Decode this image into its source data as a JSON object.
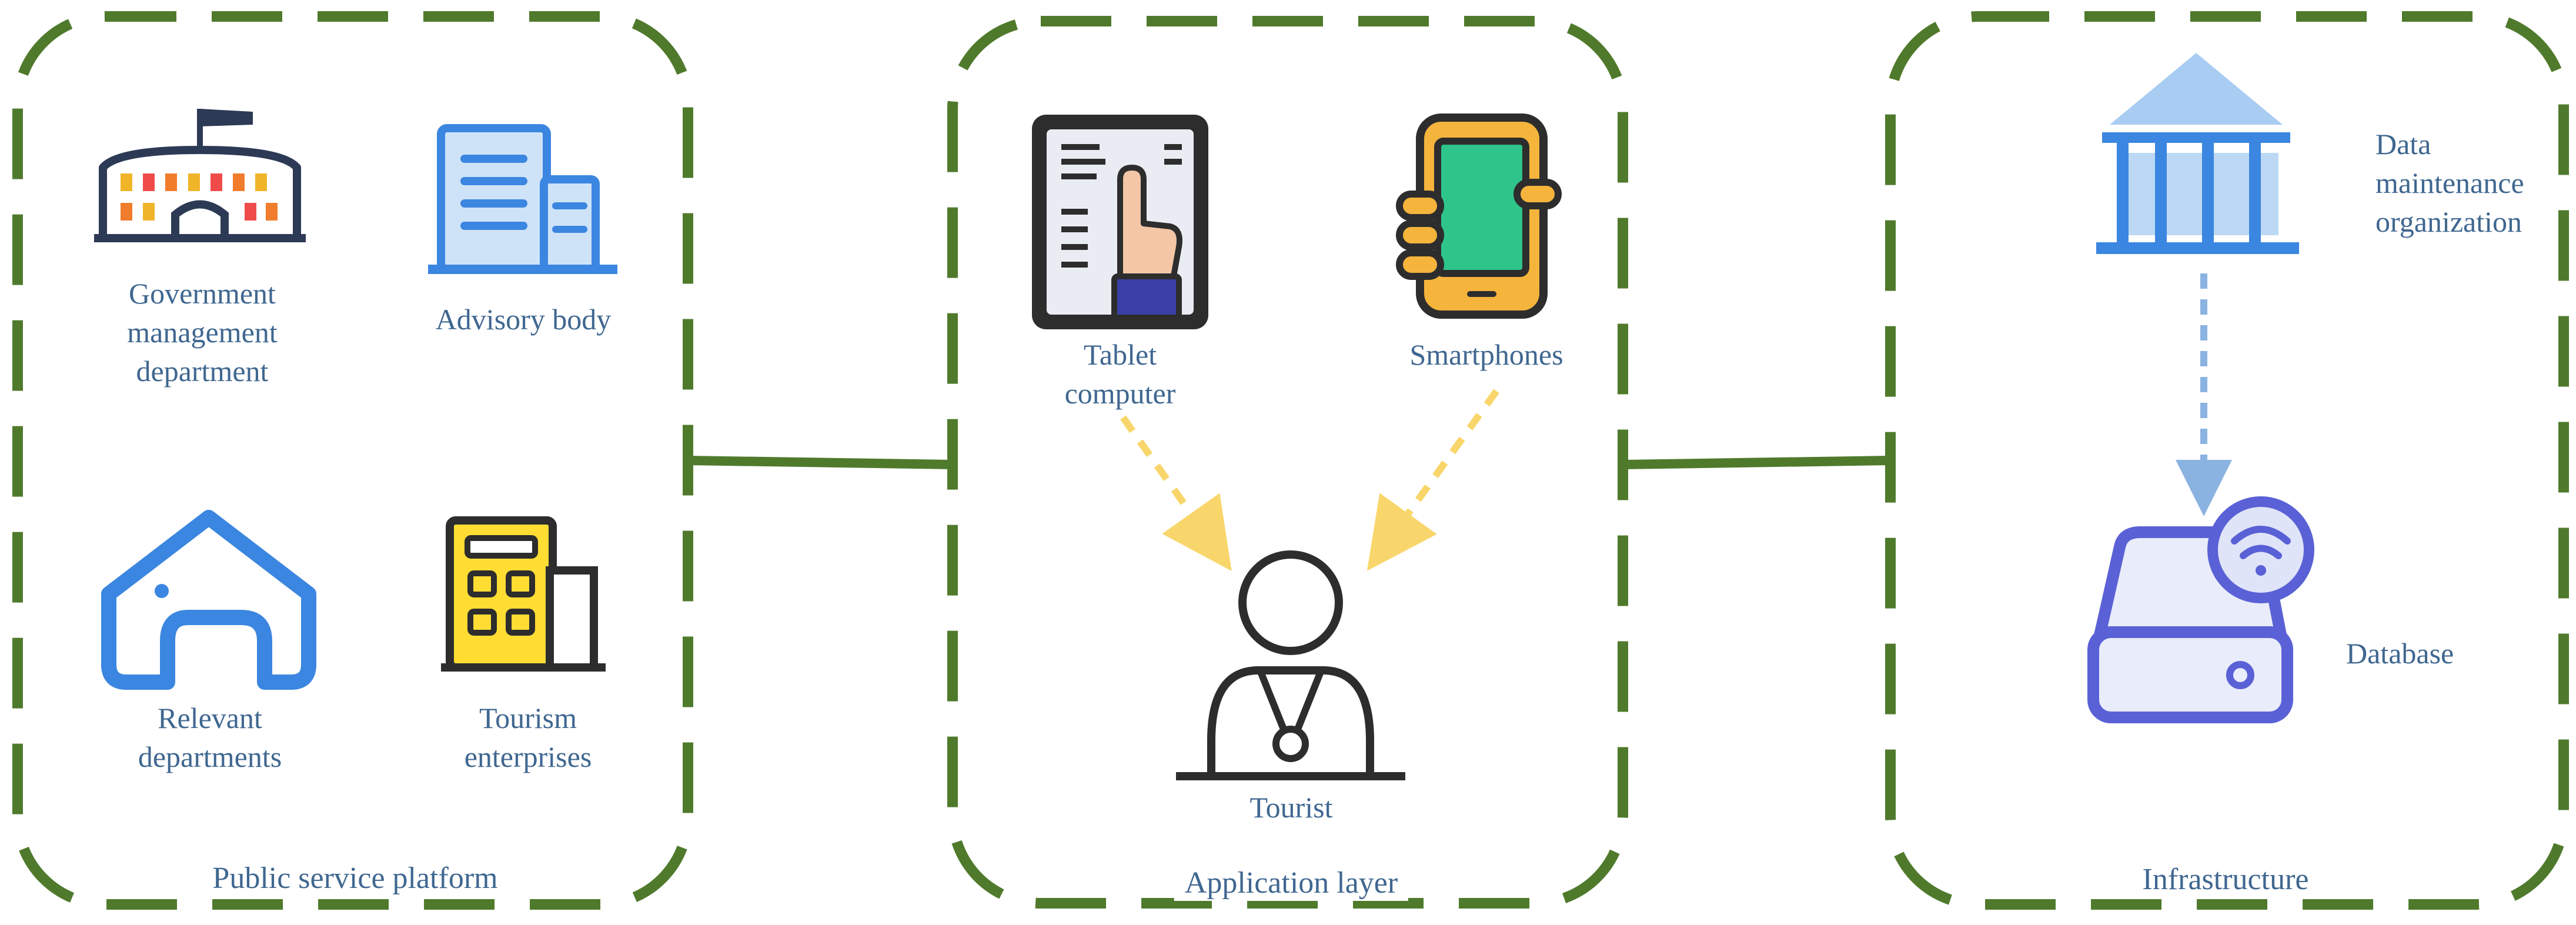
{
  "colors": {
    "frame": "#4f7a2c",
    "label": "#3f6790",
    "yellow_arrow": "#f9d66b",
    "blue_arrow": "#8bb3e1"
  },
  "panels": {
    "public_service": {
      "caption": "Public service platform",
      "items": [
        {
          "label": "Government\nmanagement\ndepartment",
          "icon": "government-building-icon"
        },
        {
          "label": "Advisory body",
          "icon": "office-building-icon"
        },
        {
          "label": "Relevant\ndepartments",
          "icon": "house-icon"
        },
        {
          "label": "Tourism\nenterprises",
          "icon": "tourism-building-icon"
        }
      ]
    },
    "application": {
      "caption": "Application layer",
      "items": [
        {
          "label": "Tablet\ncomputer",
          "icon": "tablet-touch-icon"
        },
        {
          "label": "Smartphones",
          "icon": "smartphone-hand-icon"
        },
        {
          "label": "Tourist",
          "icon": "tourist-person-icon"
        }
      ]
    },
    "infrastructure": {
      "caption": "Infrastructure",
      "items": [
        {
          "label": "Data\nmaintenance\norganization",
          "icon": "institution-building-icon"
        },
        {
          "label": "Database",
          "icon": "database-wifi-icon"
        }
      ]
    }
  }
}
